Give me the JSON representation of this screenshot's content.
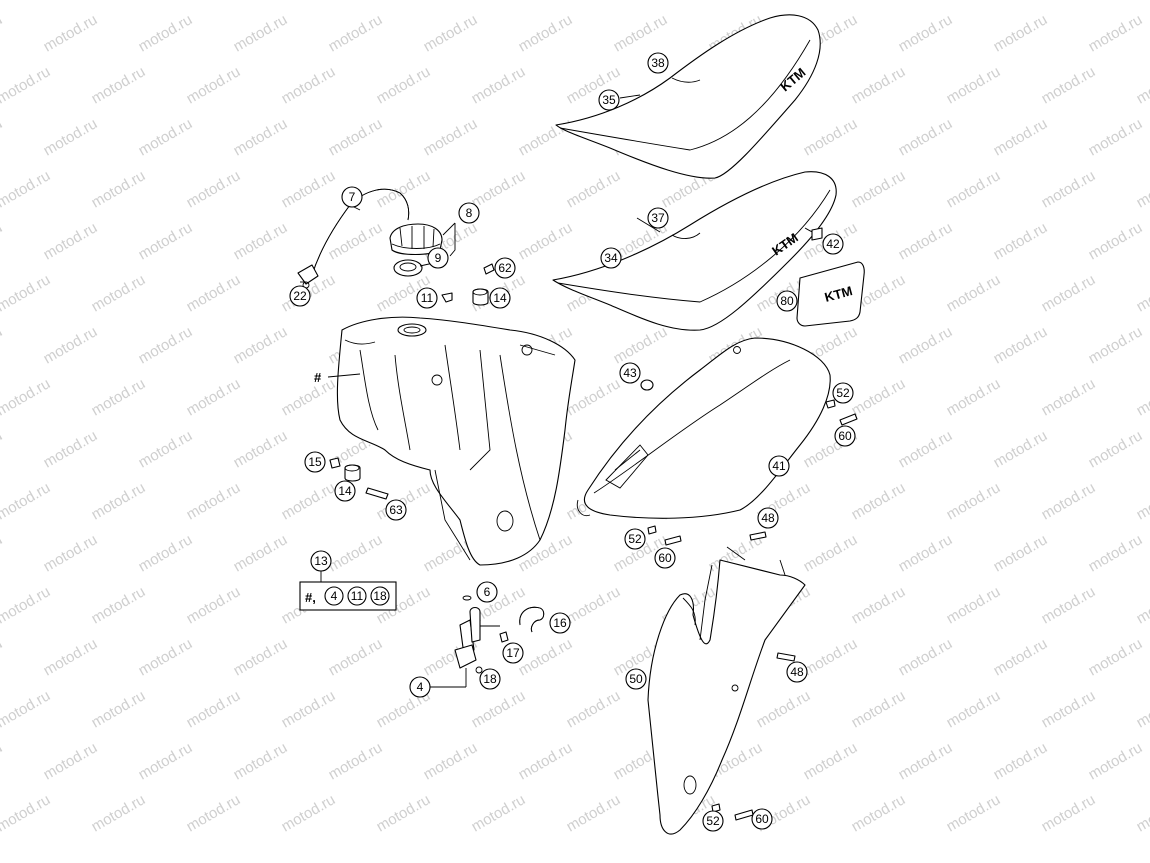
{
  "watermark": "motod.ru",
  "callouts": {
    "c4": "4",
    "c6": "6",
    "c7": "7",
    "c8": "8",
    "c9": "9",
    "c11": "11",
    "c13": "13",
    "c14a": "14",
    "c14b": "14",
    "c15": "15",
    "c16": "16",
    "c17": "17",
    "c18": "18",
    "c22": "22",
    "c34": "34",
    "c35": "35",
    "c37": "37",
    "c38": "38",
    "c41": "41",
    "c42": "42",
    "c43": "43",
    "c48a": "48",
    "c48b": "48",
    "c50": "50",
    "c52a": "52",
    "c52b": "52",
    "c52c": "52",
    "c60a": "60",
    "c60b": "60",
    "c60c": "60",
    "c62": "62",
    "c63": "63",
    "c80": "80"
  },
  "tank_marker": "#",
  "kit_box": {
    "prefix": "#,",
    "items": [
      "4",
      "11",
      "18"
    ]
  },
  "seat_logo": "KTM"
}
